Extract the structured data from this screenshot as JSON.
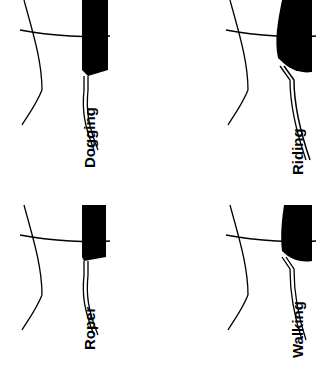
{
  "diagram": {
    "labels": [
      "Roper",
      "Walking",
      "Dogging",
      "Riding"
    ]
  }
}
